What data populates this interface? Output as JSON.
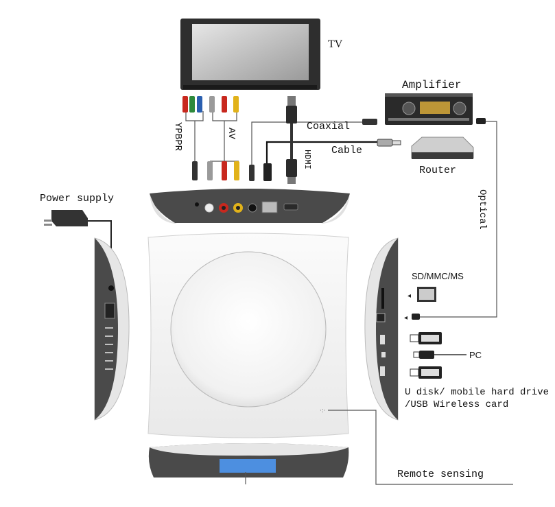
{
  "labels": {
    "tv": "TV",
    "amplifier": "Amplifier",
    "coaxial": "Coaxial",
    "cable": "Cable",
    "router": "Router",
    "ypbpr": "YPBPR",
    "av": "AV",
    "hdmi": "HDMI",
    "optical": "Optical",
    "power_supply": "Power supply",
    "sd_card": "SD/MMC/MS",
    "pc": "PC",
    "usb_line1": "U disk/ mobile hard drive",
    "usb_line2": "/USB Wireless card",
    "remote_sensing": "Remote sensing"
  },
  "colors": {
    "device_dark": "#4a4a4a",
    "device_light": "#f2f2f2",
    "screen_blue": "#4d8fe0",
    "rca_red": "#c8281e",
    "rca_yellow": "#e1b21a",
    "rca_green": "#2e8a3c",
    "rca_blue": "#2a5fb0",
    "line": "#555555"
  }
}
